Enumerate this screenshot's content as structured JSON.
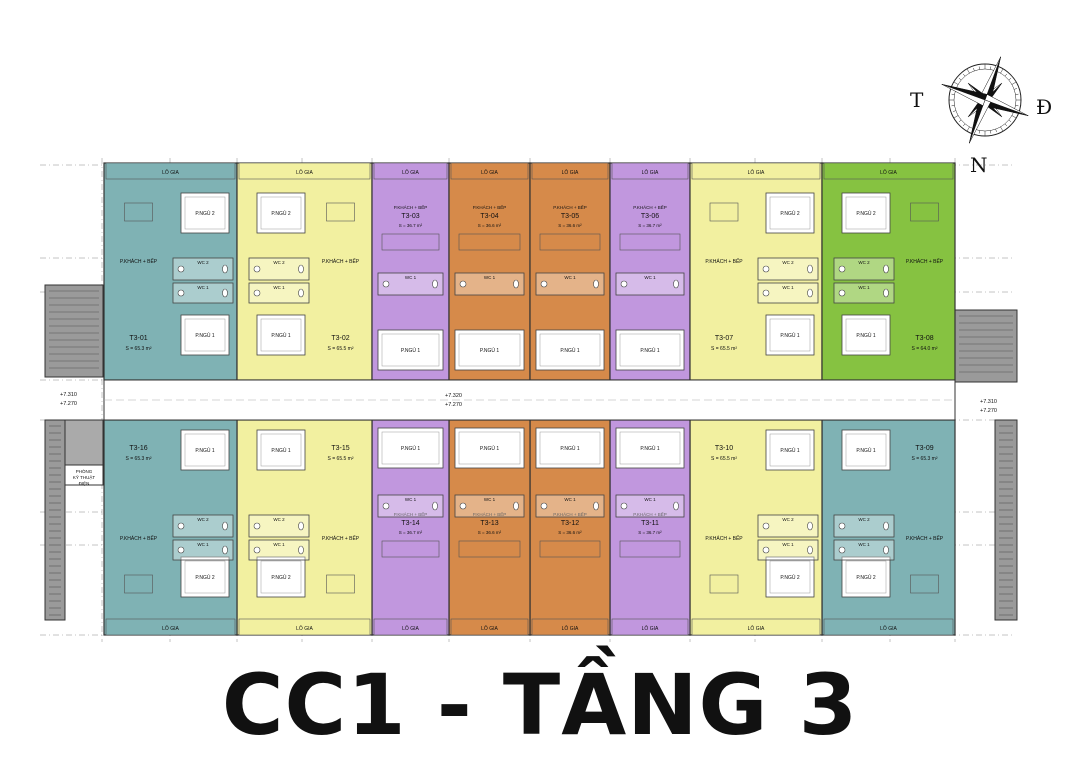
{
  "title": "CC1 - TẦNG 3",
  "compass": {
    "west": "T",
    "east": "Đ",
    "south": "N"
  },
  "labels": {
    "balcony": "LÔ GIA",
    "living_kitchen": "P.KHÁCH + BẾP",
    "bed1": "P.NGỦ 1",
    "bed2": "P.NGỦ 2",
    "wc1": "WC 1",
    "wc2": "WC 2",
    "elec_room": "PHÒNG KỸ THUẬT ĐIỆN"
  },
  "levels": {
    "center": [
      "+7.320",
      "+7.270"
    ],
    "left": [
      "+7.310",
      "+7.270"
    ],
    "right": [
      "+7.310",
      "+7.270"
    ]
  },
  "colors": {
    "teal": "#7fb2b4",
    "yellow": "#f2f0a0",
    "purple": "#c197de",
    "orange": "#d68a4a",
    "green": "#86c241",
    "stair": "#9a9a9a",
    "corridor": "#ffffff"
  },
  "units": [
    {
      "id": "T3-01",
      "area": "S = 65.3 m²",
      "color": "teal"
    },
    {
      "id": "T3-02",
      "area": "S = 65.5 m²",
      "color": "yellow"
    },
    {
      "id": "T3-03",
      "area": "S = 36.7 m²",
      "color": "purple"
    },
    {
      "id": "T3-04",
      "area": "S = 36.6 m²",
      "color": "orange"
    },
    {
      "id": "T3-05",
      "area": "S = 36.6 m²",
      "color": "orange"
    },
    {
      "id": "T3-06",
      "area": "S = 36.7 m²",
      "color": "purple"
    },
    {
      "id": "T3-07",
      "area": "S = 65.5 m²",
      "color": "yellow"
    },
    {
      "id": "T3-08",
      "area": "S = 64.0 m²",
      "color": "green"
    },
    {
      "id": "T3-09",
      "area": "S = 65.3 m²",
      "color": "teal"
    },
    {
      "id": "T3-10",
      "area": "S = 65.5 m²",
      "color": "yellow"
    },
    {
      "id": "T3-11",
      "area": "S = 36.7 m²",
      "color": "purple"
    },
    {
      "id": "T3-12",
      "area": "S = 36.6 m²",
      "color": "orange"
    },
    {
      "id": "T3-13",
      "area": "S = 36.6 m²",
      "color": "orange"
    },
    {
      "id": "T3-14",
      "area": "S = 36.7 m²",
      "color": "purple"
    },
    {
      "id": "T3-15",
      "area": "S = 65.5 m²",
      "color": "yellow"
    },
    {
      "id": "T3-16",
      "area": "S = 65.3 m²",
      "color": "teal"
    }
  ]
}
